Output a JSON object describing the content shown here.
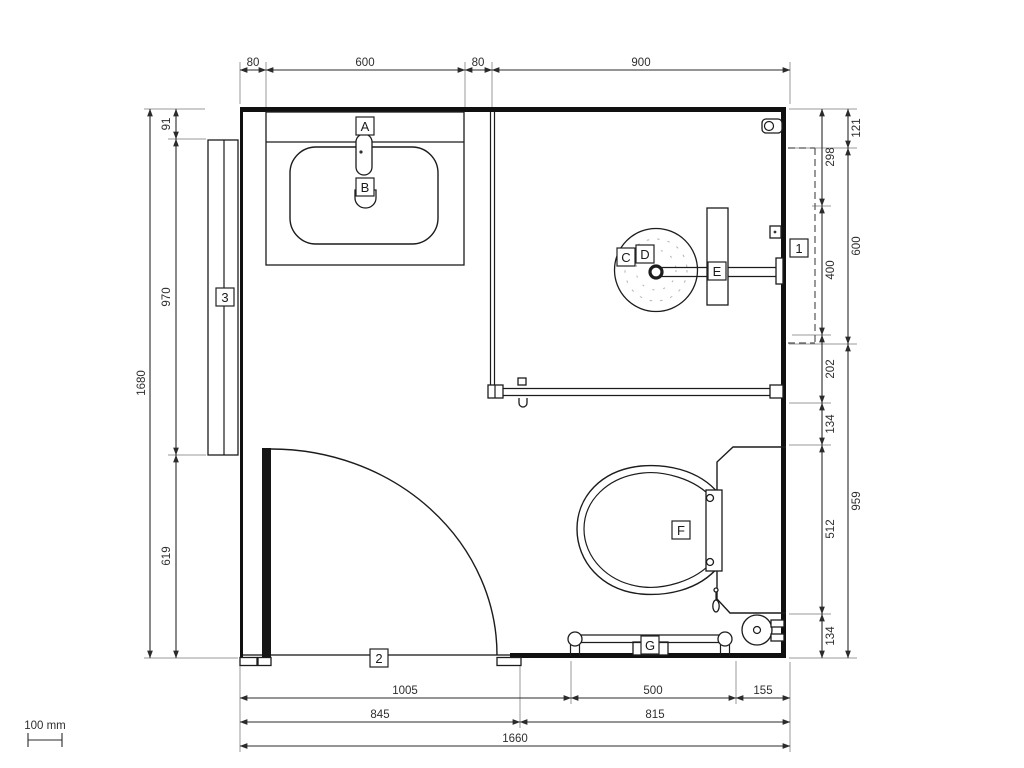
{
  "drawing": {
    "scale_bar": "100 mm",
    "markers": {
      "a": "A",
      "b": "B",
      "c": "C",
      "d": "D",
      "e": "E",
      "f": "F",
      "g": "G",
      "one": "1",
      "two": "2",
      "three": "3"
    },
    "dims": {
      "top": [
        "80",
        "600",
        "80",
        "900"
      ],
      "left_inner": [
        "91",
        "970",
        "619"
      ],
      "left_outer": [
        "1680"
      ],
      "right_inner": [
        "298",
        "400",
        "202",
        "134",
        "512",
        "134"
      ],
      "right_outer": [
        "121",
        "600",
        "959"
      ],
      "bottom_row1": [
        "1005",
        "500",
        "155"
      ],
      "bottom_row2": [
        "845",
        "815"
      ],
      "bottom_row3": [
        "1660"
      ]
    },
    "colors": {
      "ink": "#1c1c1c",
      "dim": "#2b2b2b",
      "ext": "#9a9a9a",
      "bg": "#ffffff"
    }
  }
}
